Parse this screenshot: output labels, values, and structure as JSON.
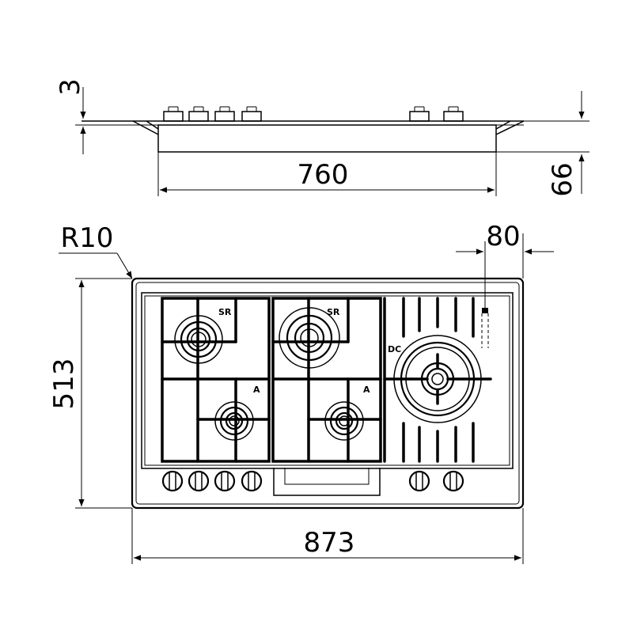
{
  "dimensions": {
    "thickness_top": "3",
    "depth_side": "66",
    "cutout_width": "760",
    "corner_radius": "R10",
    "offset_right": "80",
    "overall_depth": "513",
    "overall_width": "873"
  },
  "burners": [
    {
      "label": "SR",
      "type": "semi-rapid"
    },
    {
      "label": "SR",
      "type": "semi-rapid"
    },
    {
      "label": "A",
      "type": "auxiliary"
    },
    {
      "label": "A",
      "type": "auxiliary"
    },
    {
      "label": "DC",
      "type": "dual-crown"
    }
  ]
}
